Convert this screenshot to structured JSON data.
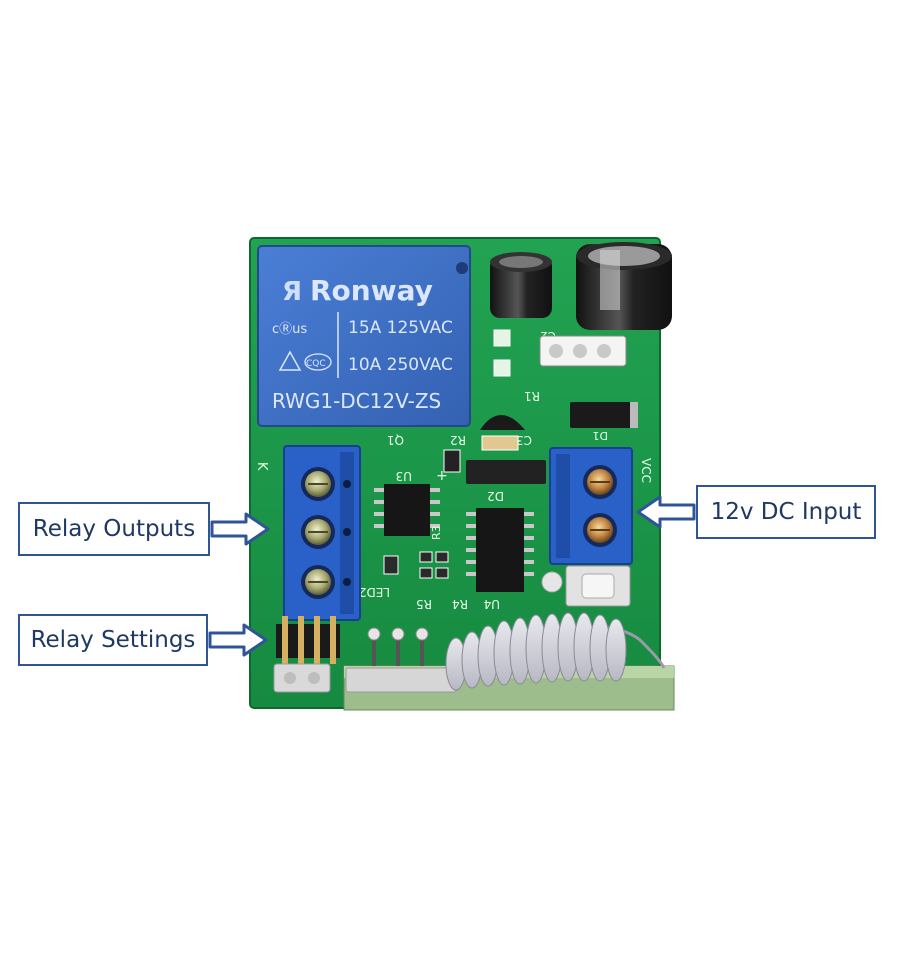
{
  "callouts": {
    "relay_outputs": "Relay Outputs",
    "relay_settings": "Relay Settings",
    "dc_input": "12v DC Input"
  },
  "relay": {
    "brand": "Ronway",
    "ul_mark": "cⓇus",
    "rating_1": "15A 125VAC",
    "csc_mark": "CQC",
    "rating_2": "10A 250VAC",
    "model": "RWG1-DC12V-ZS"
  },
  "silkscreen": {
    "c2": "C2",
    "r1": "R1",
    "q1": "Q1",
    "r2": "R2",
    "c3": "C3",
    "u3": "U3",
    "d2": "D2",
    "d1": "D1",
    "u4": "U4",
    "r4": "R4",
    "r5": "R5",
    "led2": "LED2",
    "r3": "R3",
    "k": "K",
    "vcc": "VCC",
    "plus": "+"
  },
  "colors": {
    "pcb": "#1e9a4a",
    "relay": "#3d6fc4",
    "terminal": "#2a61c8",
    "arrow": "#2f5597"
  }
}
